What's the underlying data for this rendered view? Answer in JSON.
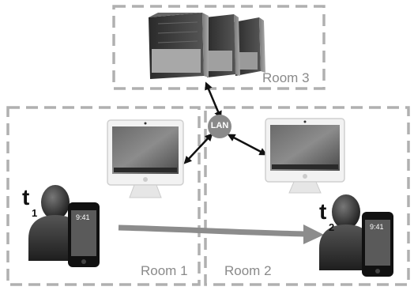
{
  "rooms": [
    {
      "label": "Room 1"
    },
    {
      "label": "Room 2"
    },
    {
      "label": "Room 3"
    }
  ],
  "network": {
    "label": "LAN",
    "color": "#8a8a8a"
  },
  "users": [
    {
      "time_main": "t",
      "time_sub": "1",
      "phone_time": "9:41"
    },
    {
      "time_main": "t",
      "time_sub": "2",
      "phone_time": "9:41"
    }
  ],
  "colors": {
    "room_border": "#b0b0b0",
    "room_label": "#8a8a8a",
    "movement_arrow": "#8c8c8c",
    "lan_node": "#8a8a8a"
  },
  "icons": [
    "server-rack-icon",
    "desktop-computer-icon",
    "person-icon",
    "smartphone-icon",
    "double-arrow-icon",
    "movement-arrow-icon"
  ]
}
